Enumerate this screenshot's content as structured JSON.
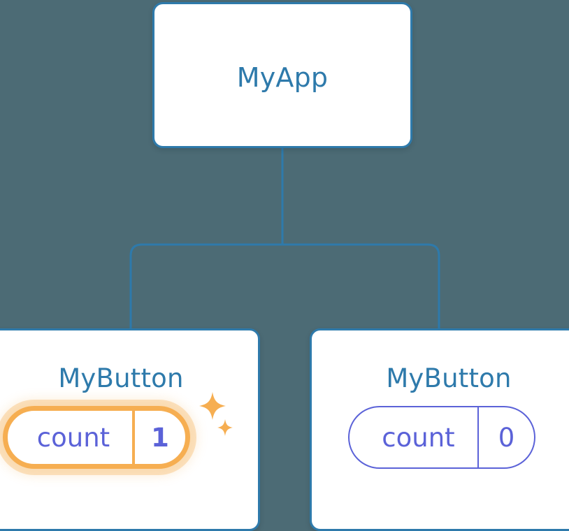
{
  "diagram": {
    "type": "component-tree",
    "background_color": "#4c6b75",
    "edge_color": "#2e7aab",
    "nodes": [
      {
        "id": "myapp",
        "label": "MyApp",
        "role": "root-component",
        "children": [
          "mybutton-left",
          "mybutton-right"
        ]
      },
      {
        "id": "mybutton-left",
        "label": "MyButton",
        "role": "child-component",
        "state": {
          "key": "count",
          "value": "1",
          "highlighted": true,
          "highlight_color": "#f6ae51",
          "sparkle_icons": [
            "sparkle-large-icon",
            "sparkle-small-icon"
          ]
        }
      },
      {
        "id": "mybutton-right",
        "label": "MyButton",
        "role": "child-component",
        "state": {
          "key": "count",
          "value": "0",
          "highlighted": false,
          "stroke_color": "#5b62d8"
        }
      }
    ]
  },
  "colors": {
    "background": "#4c6b75",
    "card_border": "#2e7aab",
    "card_fill": "#ffffff",
    "title_text": "#2e7aab",
    "state_text": "#5b62d8",
    "highlight": "#f6ae51"
  }
}
